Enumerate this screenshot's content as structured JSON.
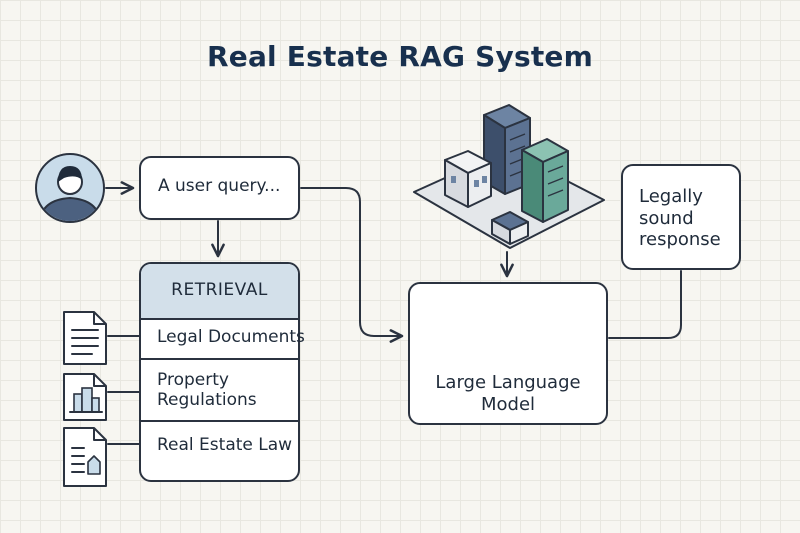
{
  "title": "Real Estate RAG System",
  "query": {
    "text": "A user query..."
  },
  "retrieval": {
    "header": "RETRIEVAL",
    "items": [
      {
        "label_lines": [
          "Legal Documents"
        ],
        "icon": "document-icon"
      },
      {
        "label_lines": [
          "Property",
          "Regulations"
        ],
        "icon": "building-document-icon"
      },
      {
        "label_lines": [
          "Real Estate Law"
        ],
        "icon": "house-document-icon"
      }
    ]
  },
  "llm": {
    "label_lines": [
      "Large Language",
      "Model"
    ],
    "icon": "neural-network-icon"
  },
  "response": {
    "label_lines": [
      "Legally",
      "sound",
      "response"
    ]
  },
  "colors": {
    "background": "#f7f6f1",
    "grid": "#e8e7e0",
    "stroke": "#2b3340",
    "header_fill": "#d3e0ea",
    "title": "#18304e",
    "network": "#4f9a78",
    "tower_navy": "#4c6180",
    "tower_teal": "#5c9a8a",
    "tower_gray": "#e4e7ea"
  }
}
